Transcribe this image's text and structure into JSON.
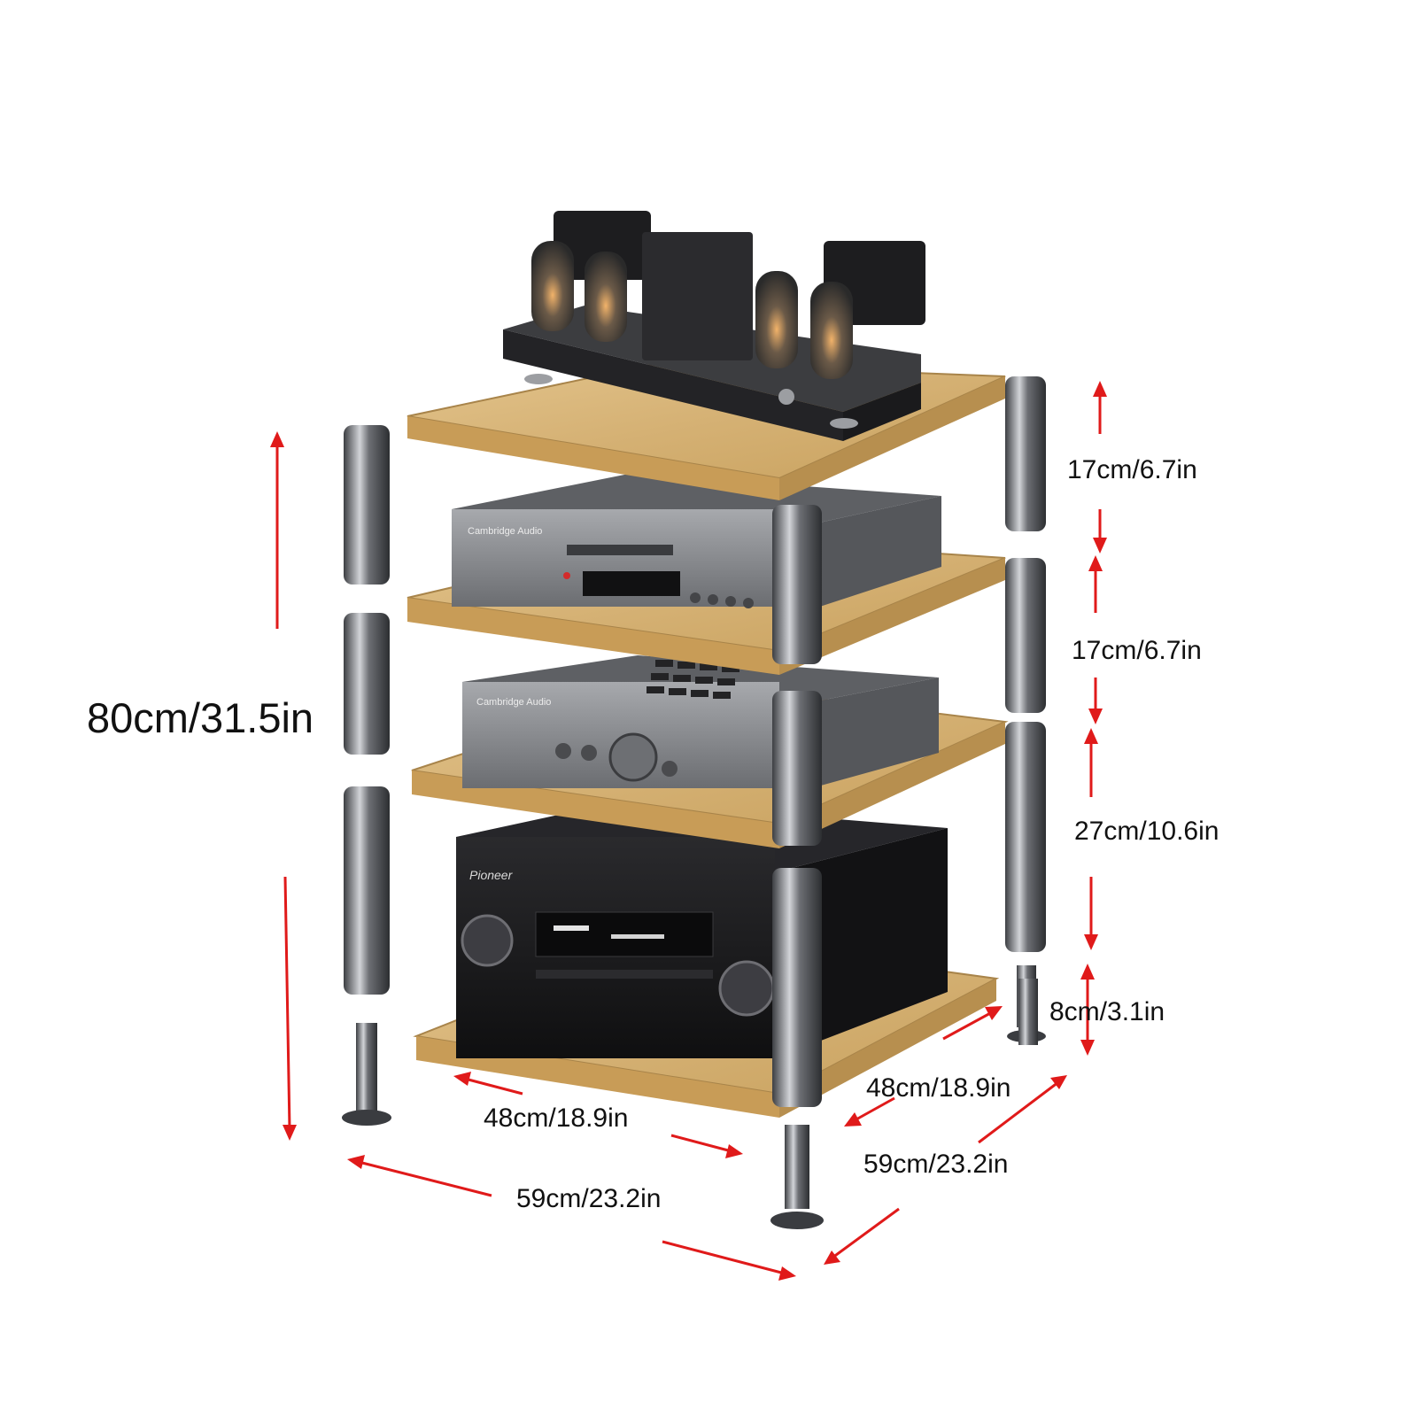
{
  "colors": {
    "arrow": "#e01a1a",
    "wood": "#d9b77a",
    "wood_dark": "#b78f4f",
    "steel": "#5b5d62",
    "steel_light": "#c9cbd0",
    "device_black": "#1c1c1e",
    "device_silver": "#8e9094"
  },
  "dimensions": {
    "total_height": "80cm/31.5in",
    "gap_top": "17cm/6.7in",
    "gap_second": "17cm/6.7in",
    "gap_third": "27cm/10.6in",
    "foot_height": "8cm/3.1in",
    "shelf_depth_right": "48cm/18.9in",
    "overall_depth_right": "59cm/23.2in",
    "shelf_width_front": "48cm/18.9in",
    "overall_width_front": "59cm/23.2in"
  },
  "devices": {
    "cd_player_brand": "Cambridge Audio",
    "amplifier_brand": "Cambridge Audio",
    "receiver_brand": "Pioneer"
  },
  "icons": [
    "tube-amplifier-icon",
    "cd-player-icon",
    "stereo-amplifier-icon",
    "av-receiver-icon"
  ]
}
